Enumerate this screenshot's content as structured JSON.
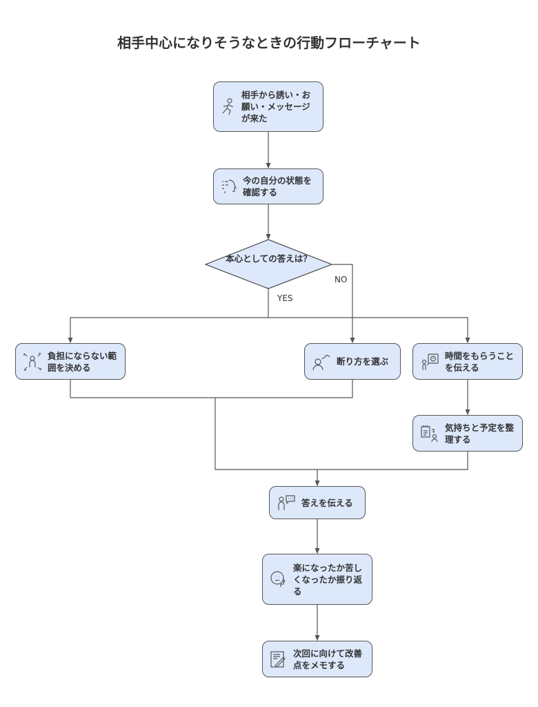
{
  "title": "相手中心になりそうなときの行動フローチャート",
  "nodes": {
    "start": {
      "label": "相手から誘い・お願い・メッセージが来た",
      "icon": "running-person-icon"
    },
    "check": {
      "label": "今の自分の状態を確認する",
      "icon": "checklist-head-icon"
    },
    "decision": {
      "label": "本心としての答えは？"
    },
    "limit": {
      "label": "負担にならない範囲を決める",
      "icon": "person-expand-icon"
    },
    "decline": {
      "label": "断り方を選ぶ",
      "icon": "person-speech-icon"
    },
    "ask_time": {
      "label": "時間をもらうことを伝える",
      "icon": "person-clock-icon"
    },
    "organize": {
      "label": "気持ちと予定を整理する",
      "icon": "notepad-person-icon"
    },
    "answer": {
      "label": "答えを伝える",
      "icon": "person-chat-icon"
    },
    "reflect": {
      "label": "楽になったか苦しくなったか振り返る",
      "icon": "head-face-icon"
    },
    "memo": {
      "label": "次回に向けて改善点をメモする",
      "icon": "notepad-pen-icon"
    }
  },
  "edges": {
    "no": "NO",
    "yes": "YES"
  },
  "colors": {
    "node_fill": "#dde8fb",
    "stroke": "#555555"
  }
}
